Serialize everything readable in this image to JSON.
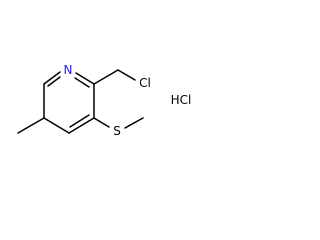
{
  "molecule": {
    "atoms": {
      "nitrogen": "N",
      "chlorine": "Cl",
      "sulfur": "S",
      "salt": "HCl"
    },
    "colors": {
      "bond": "#000000",
      "nitrogen": "#1c1cff",
      "default_text": "#000000",
      "background": "#ffffff"
    }
  }
}
